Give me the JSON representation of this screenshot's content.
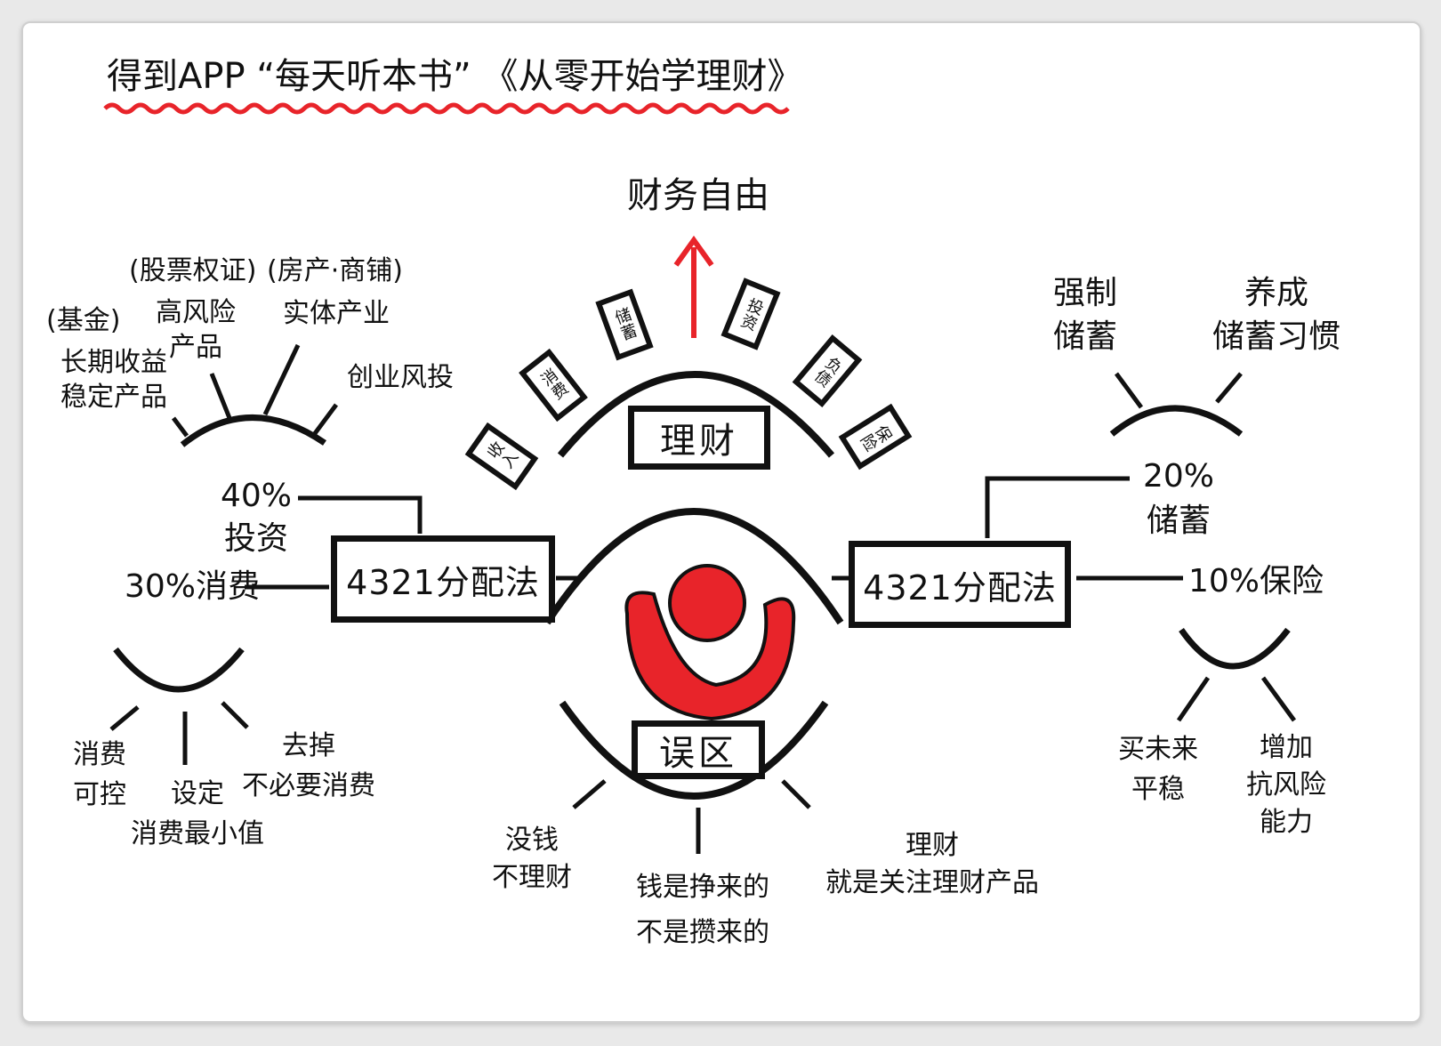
{
  "title": "得到APP “每天听本书” 《从零开始学理财》",
  "colors": {
    "accent": "#e8242a",
    "ink": "#111111"
  },
  "top": {
    "goal": "财务自由",
    "center": "理财",
    "steps": [
      "收入",
      "消费",
      "储蓄",
      "投资",
      "负债",
      "保险"
    ]
  },
  "left": {
    "box": "4321分配法",
    "invest": {
      "pct": "40%",
      "label": "投资"
    },
    "consume": "30%消费",
    "invest_items": [
      {
        "tag": "(基金)",
        "text": "长期收益\n稳定产品"
      },
      {
        "tag": "(股票权证)",
        "text": "高风险\n产品"
      },
      {
        "tag": "(房产·商铺)",
        "text": "实体产业"
      },
      {
        "tag": "",
        "text": "创业风投"
      }
    ],
    "consume_items": [
      "消费\n可控",
      "设定\n消费最小值",
      "去掉\n不必要消费"
    ]
  },
  "right": {
    "box": "4321分配法",
    "savings": {
      "pct": "20%",
      "label": "储蓄"
    },
    "insurance": "10%保险",
    "savings_items": [
      "强制\n储蓄",
      "养成\n储蓄习惯"
    ],
    "insurance_items": [
      "买未来\n平稳",
      "增加\n抗风险\n能力"
    ]
  },
  "bottom": {
    "center": "误区",
    "items": [
      "没钱\n不理财",
      "钱是挣来的\n不是攒来的",
      "理财\n就是关注理财产品"
    ]
  }
}
